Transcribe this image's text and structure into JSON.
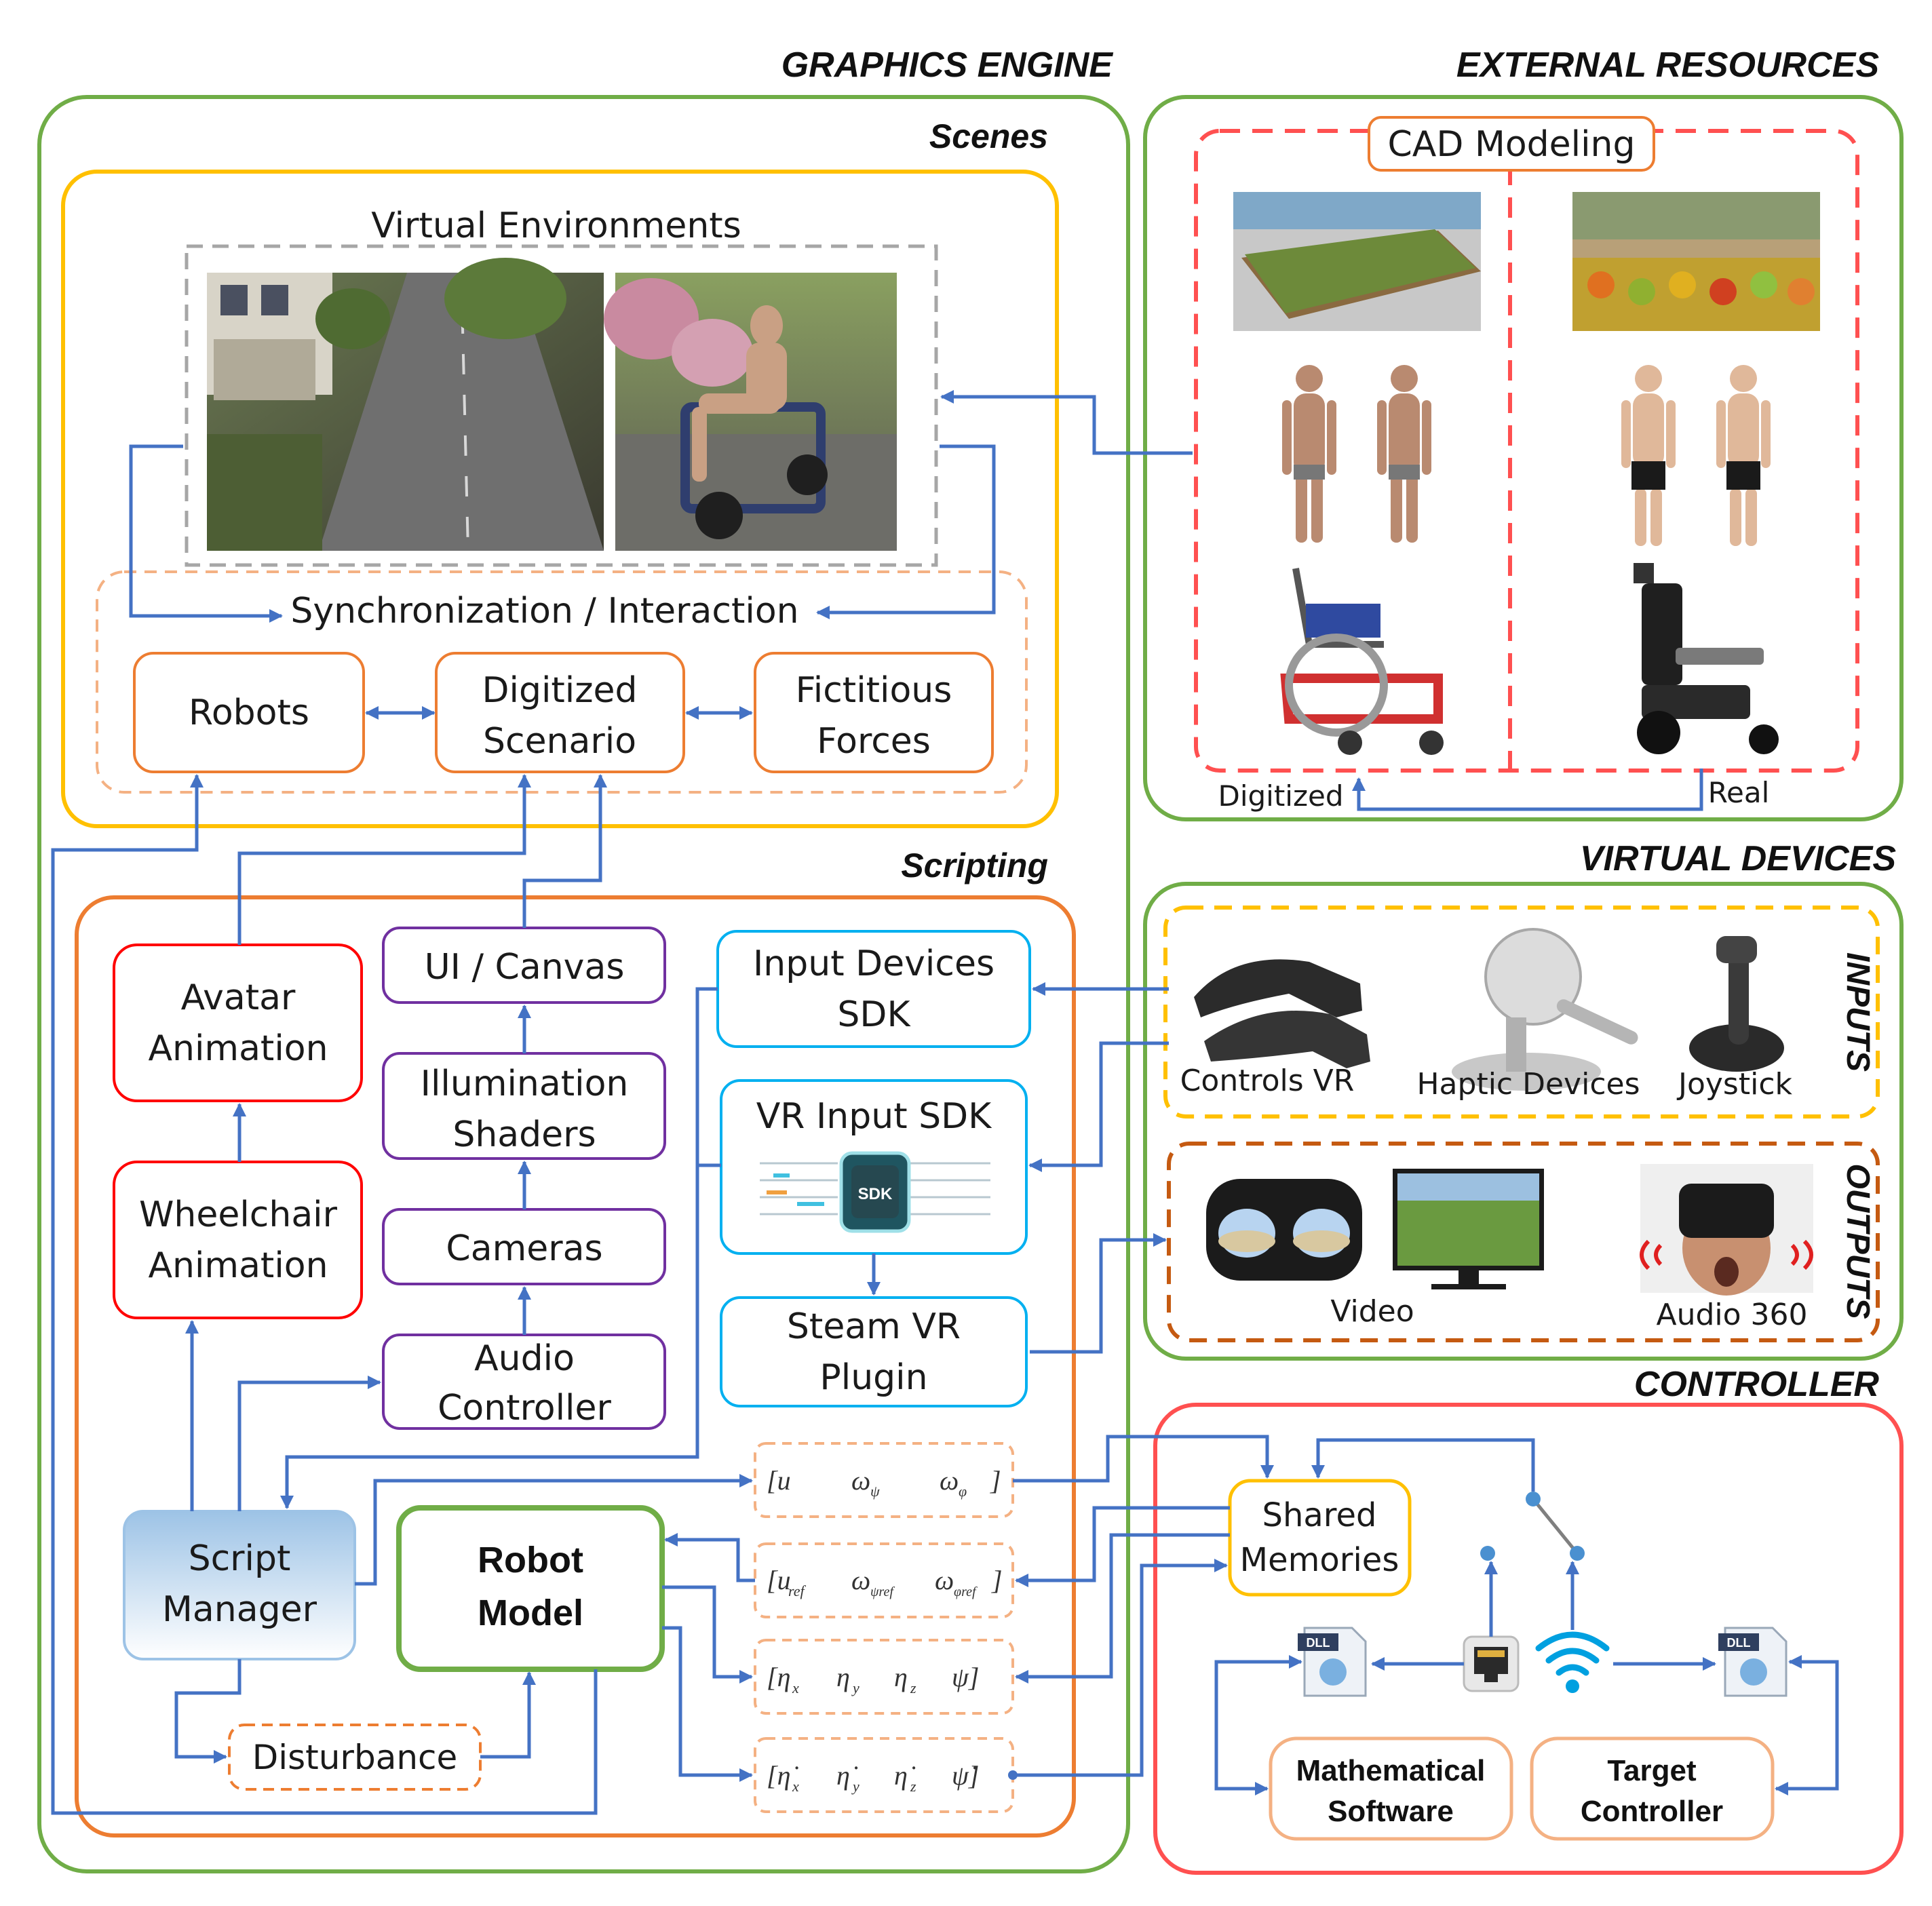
{
  "sections": {
    "graphics_engine": "GRAPHICS ENGINE",
    "external_resources": "EXTERNAL RESOURCES",
    "virtual_devices": "VIRTUAL DEVICES",
    "controller": "CONTROLLER",
    "scenes": "Scenes",
    "scripting": "Scripting",
    "inputs": "INPUTS",
    "outputs": "OUTPUTS"
  },
  "scenes": {
    "virtual_environments": "Virtual Environments",
    "sync": "Synchronization / Interaction",
    "robots": "Robots",
    "digitized_scenario": [
      "Digitized",
      "Scenario"
    ],
    "fictitious_forces": [
      "Fictitious",
      "Forces"
    ]
  },
  "external": {
    "cad_modeling": "CAD Modeling",
    "digitized": "Digitized",
    "real": "Real"
  },
  "scripting": {
    "avatar_animation": [
      "Avatar",
      "Animation"
    ],
    "wheelchair_animation": [
      "Wheelchair",
      "Animation"
    ],
    "ui_canvas": "UI / Canvas",
    "illumination_shaders": [
      "Illumination",
      "Shaders"
    ],
    "cameras": "Cameras",
    "audio_controller": [
      "Audio",
      "Controller"
    ],
    "input_devices_sdk": [
      "Input Devices",
      "SDK"
    ],
    "vr_input_sdk": "VR Input SDK",
    "sdk_chip": "SDK",
    "steam_vr_plugin": [
      "Steam VR",
      "Plugin"
    ],
    "script_manager": [
      "Script",
      "Manager"
    ],
    "robot_model": [
      "Robot",
      "Model"
    ],
    "disturbance": "Disturbance"
  },
  "vectors": {
    "v1": [
      "[u",
      "ω",
      "ψ",
      "ω",
      "φ",
      "]"
    ],
    "v2": [
      "[u",
      "ref",
      "ω",
      "ψref",
      "ω",
      "φref",
      "]"
    ],
    "v3": [
      "[η",
      "x",
      "η",
      "y",
      "η",
      "z",
      "ψ]"
    ],
    "v4": [
      "[η̇",
      "x",
      "η̇",
      "y",
      "η̇",
      "z",
      "ψ̇]"
    ]
  },
  "devices": {
    "controls_vr": "Controls VR",
    "haptic_devices": "Haptic Devices",
    "joystick": "Joystick",
    "video": "Video",
    "audio_360": "Audio 360"
  },
  "controller": {
    "shared_memories": [
      "Shared",
      "Memories"
    ],
    "dll": "DLL",
    "mathematical_software": [
      "Mathematical",
      "Software"
    ],
    "target_controller": [
      "Target",
      "Controller"
    ]
  },
  "colors": {
    "green": "#70ad47",
    "yellow": "#ffc000",
    "orange": "#ed7d31",
    "red": "#ff0000",
    "purple": "#7030a0",
    "cyan": "#00b0f0",
    "arrow_blue": "#4472c4",
    "dashed_red": "#ff5050",
    "dashed_brown": "#c55a11"
  }
}
